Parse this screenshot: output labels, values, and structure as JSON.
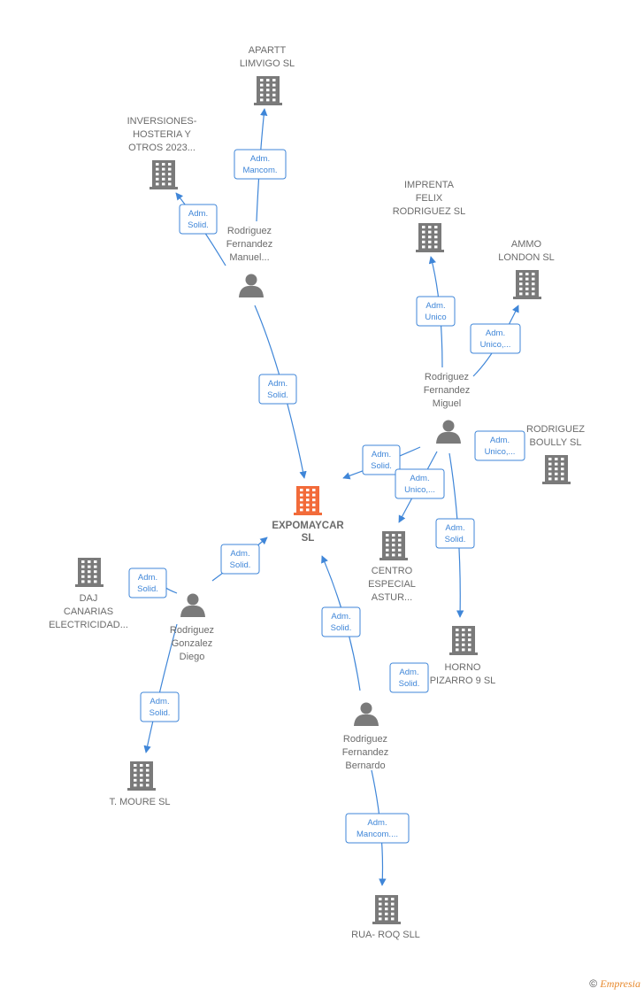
{
  "colors": {
    "accent": "#3f86d8",
    "main_node": "#f26b3a",
    "node": "#7a7a7a"
  },
  "footer": {
    "copyright": "©",
    "brand_e": "E",
    "brand_rest": "mpresia"
  },
  "nodes": [
    {
      "id": "expomaycar",
      "type": "company",
      "main": true,
      "lines": [
        "EXPOMAYCAR",
        "SL"
      ]
    },
    {
      "id": "apartt",
      "type": "company",
      "lines": [
        "APARTT",
        "LIMVIGO  SL"
      ]
    },
    {
      "id": "inversiones",
      "type": "company",
      "lines": [
        "INVERSIONES-",
        "HOSTERIA Y",
        "OTROS 2023..."
      ]
    },
    {
      "id": "imprenta",
      "type": "company",
      "lines": [
        "IMPRENTA",
        "FELIX",
        "RODRIGUEZ SL"
      ]
    },
    {
      "id": "ammo",
      "type": "company",
      "lines": [
        "AMMO",
        "LONDON  SL"
      ]
    },
    {
      "id": "boully",
      "type": "company",
      "lines": [
        "RODRIGUEZ",
        "BOULLY  SL"
      ]
    },
    {
      "id": "centro",
      "type": "company",
      "lines": [
        "CENTRO",
        "ESPECIAL",
        "ASTUR..."
      ]
    },
    {
      "id": "horno",
      "type": "company",
      "lines": [
        "HORNO",
        "PIZARRO 9 SL"
      ]
    },
    {
      "id": "daj",
      "type": "company",
      "lines": [
        "DAJ",
        "CANARIAS",
        "ELECTRICIDAD..."
      ]
    },
    {
      "id": "moure",
      "type": "company",
      "lines": [
        "T.  MOURE SL"
      ]
    },
    {
      "id": "ruaroq",
      "type": "company",
      "lines": [
        "RUA- ROQ SLL"
      ]
    },
    {
      "id": "manuel",
      "type": "person",
      "lines": [
        "Rodriguez",
        "Fernandez",
        "Manuel..."
      ]
    },
    {
      "id": "miguel",
      "type": "person",
      "lines": [
        "Rodriguez",
        "Fernandez",
        "Miguel"
      ]
    },
    {
      "id": "diego",
      "type": "person",
      "lines": [
        "Rodriguez",
        "Gonzalez",
        "Diego"
      ]
    },
    {
      "id": "bernardo",
      "type": "person",
      "lines": [
        "Rodriguez",
        "Fernandez",
        "Bernardo"
      ]
    }
  ],
  "edges": [
    {
      "id": "e1",
      "from": "manuel",
      "to": "apartt",
      "lines": [
        "Adm.",
        "Mancom."
      ]
    },
    {
      "id": "e2",
      "from": "manuel",
      "to": "inversiones",
      "lines": [
        "Adm.",
        "Solid."
      ]
    },
    {
      "id": "e3",
      "from": "manuel",
      "to": "expomaycar",
      "lines": [
        "Adm.",
        "Solid."
      ]
    },
    {
      "id": "e4",
      "from": "miguel",
      "to": "imprenta",
      "lines": [
        "Adm.",
        "Unico"
      ]
    },
    {
      "id": "e5",
      "from": "miguel",
      "to": "ammo",
      "lines": [
        "Adm.",
        "Unico,..."
      ]
    },
    {
      "id": "e6",
      "from": "miguel",
      "to": "boully",
      "lines": [
        "Adm.",
        "Unico,..."
      ]
    },
    {
      "id": "e7",
      "from": "miguel",
      "to": "expomaycar",
      "lines": [
        "Adm.",
        "Solid."
      ]
    },
    {
      "id": "e8",
      "from": "miguel",
      "to": "centro",
      "lines": [
        "Adm.",
        "Unico,..."
      ]
    },
    {
      "id": "e9",
      "from": "miguel",
      "to": "horno",
      "lines": [
        "Adm.",
        "Solid."
      ]
    },
    {
      "id": "e10",
      "from": "diego",
      "to": "expomaycar",
      "lines": [
        "Adm.",
        "Solid."
      ]
    },
    {
      "id": "e11",
      "from": "diego",
      "to": "daj",
      "lines": [
        "Adm.",
        "Solid."
      ]
    },
    {
      "id": "e12",
      "from": "diego",
      "to": "moure",
      "lines": [
        "Adm.",
        "Solid."
      ]
    },
    {
      "id": "e13",
      "from": "bernardo",
      "to": "expomaycar",
      "lines": [
        "Adm.",
        "Solid."
      ]
    },
    {
      "id": "e14",
      "from": "bernardo",
      "to": "horno",
      "lines": [
        "Adm.",
        "Solid."
      ]
    },
    {
      "id": "e15",
      "from": "bernardo",
      "to": "ruaroq",
      "lines": [
        "Adm.",
        "Mancom...."
      ]
    }
  ]
}
